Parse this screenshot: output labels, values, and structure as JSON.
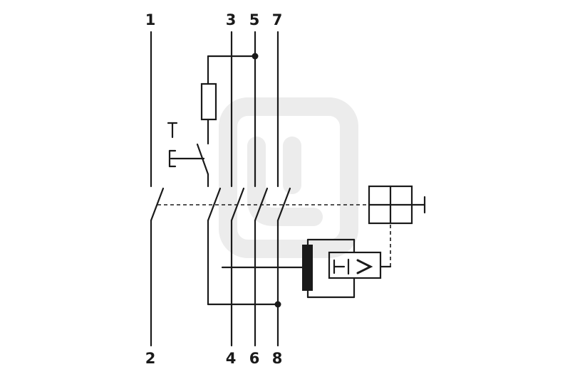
{
  "terminals_top": [
    "1",
    "3",
    "5",
    "7"
  ],
  "terminals_bottom": [
    "2",
    "4",
    "6",
    "8"
  ],
  "test_button": {
    "t_glyph": "T",
    "e_glyph": "E"
  },
  "colors": {
    "line": "#1a1a1a",
    "background": "#ffffff",
    "watermark": "#ececec"
  }
}
